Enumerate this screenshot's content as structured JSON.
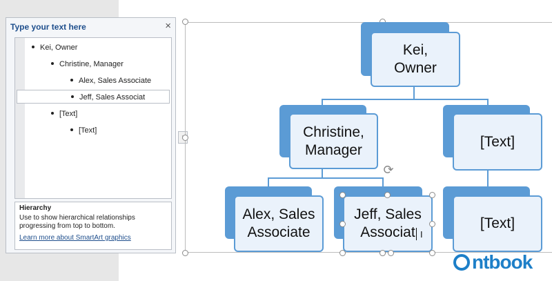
{
  "text_pane": {
    "title": "Type your text here",
    "close": "×",
    "items": [
      {
        "text": "Kei, Owner"
      },
      {
        "text": "Christine, Manager"
      },
      {
        "text": "Alex, Sales Associate"
      },
      {
        "text": "Jeff, Sales Associat"
      },
      {
        "text": "[Text]"
      },
      {
        "text": "[Text]"
      }
    ],
    "footer": {
      "title": "Hierarchy",
      "description": "Use to show hierarchical relationships progressing from top to bottom.",
      "link": "Learn more about SmartArt graphics"
    },
    "toggle": "›"
  },
  "diagram": {
    "owner": "Kei,\nOwner",
    "manager": "Christine,\nManager",
    "text_top": "[Text]",
    "alex": "Alex, Sales\nAssociate",
    "jeff": "Jeff, Sales\nAssociat",
    "text_bottom": "[Text]"
  },
  "colors": {
    "shape_back": "#5b9bd5",
    "shape_front": "#eaf2fb",
    "accent": "#1e4e8c"
  },
  "watermark": "ntbook"
}
